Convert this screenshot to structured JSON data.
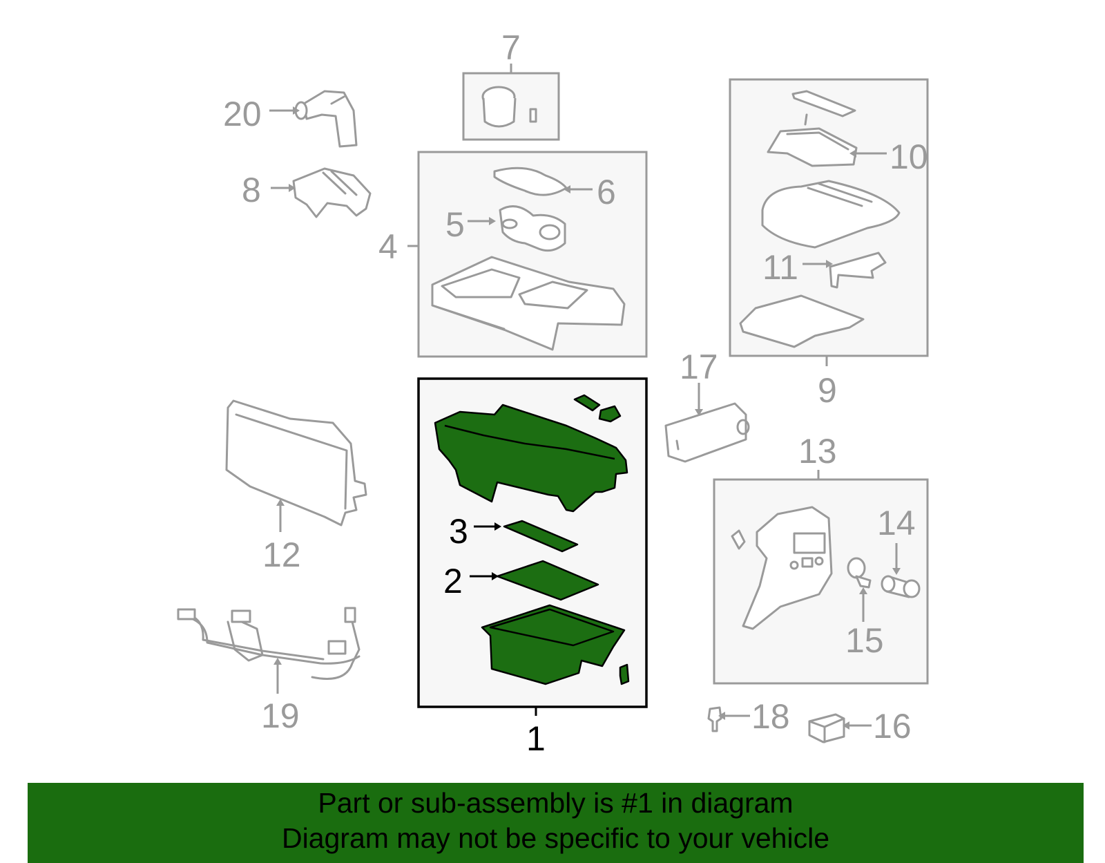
{
  "callouts": {
    "c1": "1",
    "c2": "2",
    "c3": "3",
    "c4": "4",
    "c5": "5",
    "c6": "6",
    "c7": "7",
    "c8": "8",
    "c9": "9",
    "c10": "10",
    "c11": "11",
    "c12": "12",
    "c13": "13",
    "c14": "14",
    "c15": "15",
    "c16": "16",
    "c17": "17",
    "c18": "18",
    "c19": "19",
    "c20": "20"
  },
  "highlighted_part": "1",
  "colors": {
    "highlight": "#1c6e12",
    "banner": "#1a6d0f",
    "line_gray": "#9a9a9a",
    "box_fill": "#f7f7f7"
  },
  "banner": {
    "line1": "Part or sub-assembly is #1 in diagram",
    "line2": "Diagram may not be specific to your vehicle"
  }
}
